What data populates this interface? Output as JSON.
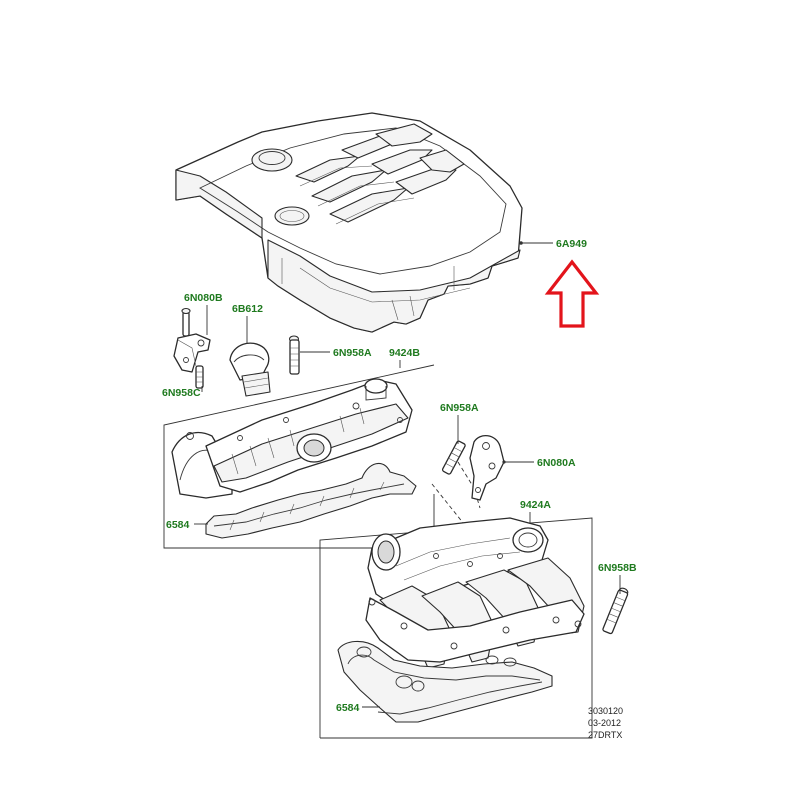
{
  "callouts": [
    {
      "id": "cover",
      "label": "6A949"
    },
    {
      "id": "bracket-upper",
      "label": "6N080B"
    },
    {
      "id": "cap",
      "label": "6B612"
    },
    {
      "id": "stud-upper",
      "label": "6N958A"
    },
    {
      "id": "clip",
      "label": "6N958C"
    },
    {
      "id": "manifold-upper",
      "label": "9424B"
    },
    {
      "id": "gasket-upper",
      "label": "6584"
    },
    {
      "id": "stud-middle",
      "label": "6N958A"
    },
    {
      "id": "bracket-lower",
      "label": "6N080A"
    },
    {
      "id": "manifold-lower",
      "label": "9424A"
    },
    {
      "id": "stud-lower",
      "label": "6N958B"
    },
    {
      "id": "gasket-lower",
      "label": "6584"
    }
  ],
  "reference": {
    "line1": "3030120",
    "line2": "03-2012",
    "line3": "27DRTX"
  },
  "colors": {
    "callout": "#1f7a1f",
    "highlight_arrow": "#e3141b"
  },
  "highlight": {
    "target": "6A949",
    "icon": "arrow-up-outline-icon"
  }
}
